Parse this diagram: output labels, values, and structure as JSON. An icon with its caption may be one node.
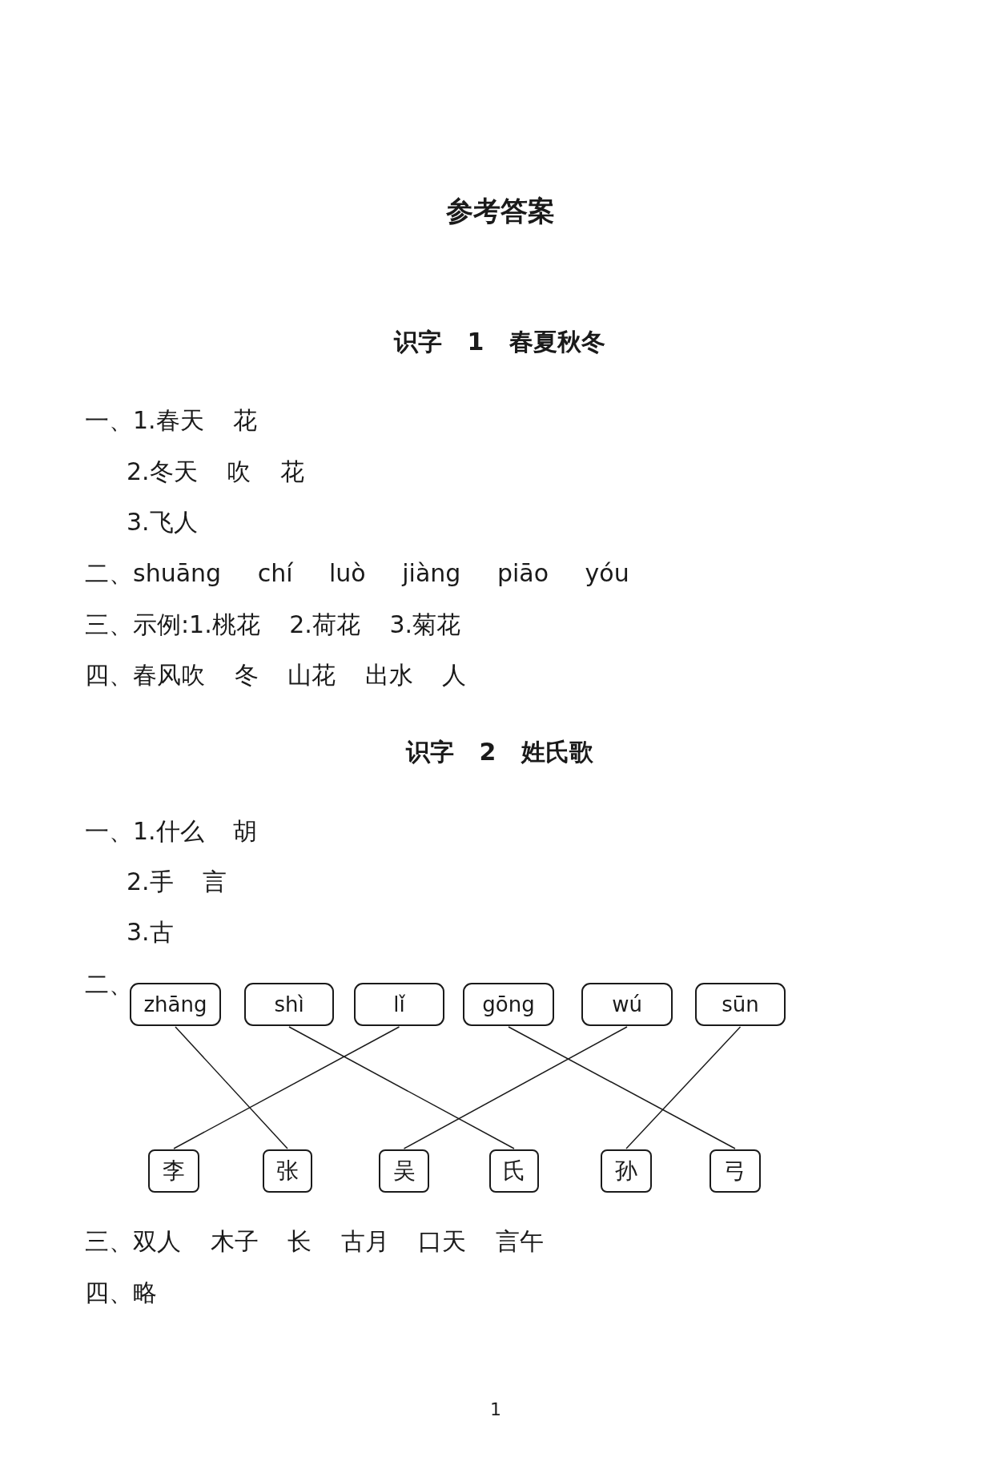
{
  "diagram": {
    "title": "参考答案",
    "nodes": [
      {
        "text": [
          "zhāng"
        ]
      },
      {
        "text": [
          "shì"
        ]
      },
      {
        "text": [
          "lǐ"
        ]
      },
      {
        "text": [
          "gōng"
        ]
      },
      {
        "text": [
          "wú"
        ]
      },
      {
        "text": [
          "sūn"
        ]
      },
      {
        "text": [
          "李"
        ]
      },
      {
        "text": [
          "张"
        ]
      },
      {
        "text": [
          "吴"
        ]
      },
      {
        "text": [
          "氏"
        ]
      },
      {
        "text": [
          "孙"
        ]
      },
      {
        "text": [
          "弓"
        ]
      }
    ],
    "edges": [
      {
        "from": 0,
        "to": 7,
        "arrow": "none"
      },
      {
        "from": 1,
        "to": 9,
        "arrow": "none"
      },
      {
        "from": 2,
        "to": 6,
        "arrow": "none"
      },
      {
        "from": 3,
        "to": 11,
        "arrow": "none"
      },
      {
        "from": 4,
        "to": 8,
        "arrow": "none"
      },
      {
        "from": 5,
        "to": 10,
        "arrow": "none"
      }
    ],
    "labels": [
      "识字 1 春夏秋冬",
      "一、1.春天 花",
      "2.冬天 吹 花",
      "3.飞人",
      "二、shuāng chí luò jiàng piāo yóu",
      "三、示例:1.桃花 2.荷花 3.菊花",
      "四、春风吹 冬 山花 出水 人",
      "识字 2 姓氏歌",
      "一、1.什么 胡",
      "2.手 言",
      "3.古",
      "二、",
      "三、双人 木子 长 古月 口天 言午",
      "四、略",
      "1"
    ]
  }
}
